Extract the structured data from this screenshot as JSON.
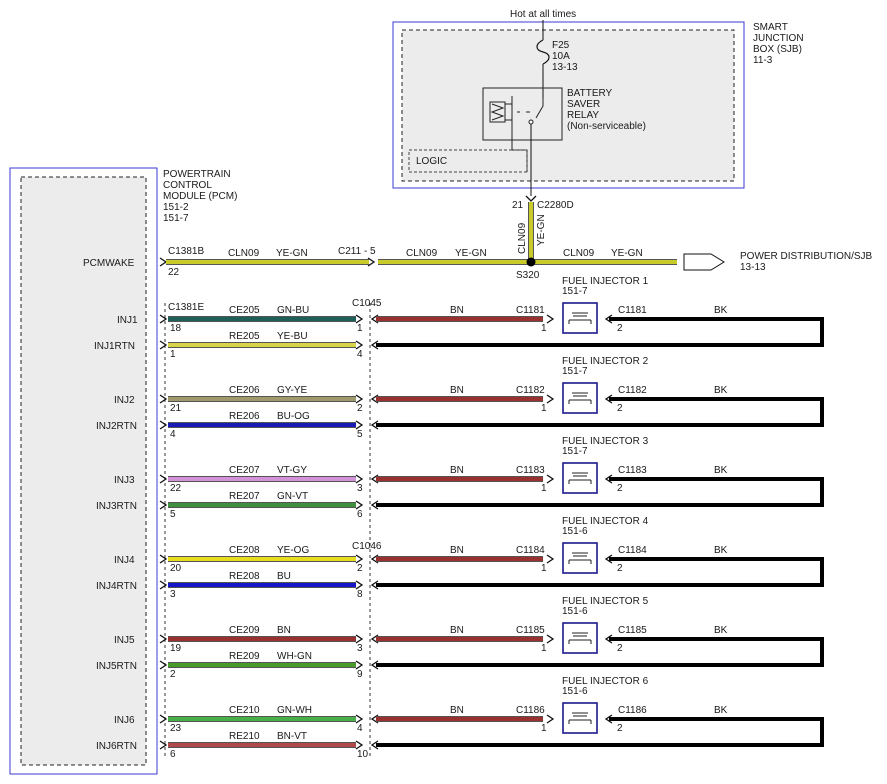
{
  "supply": {
    "hot_label": "Hot at all times",
    "fuse_id": "F25",
    "fuse_rating": "10A",
    "fuse_ref": "13-13",
    "relay_line1": "BATTERY",
    "relay_line2": "SAVER",
    "relay_line3": "RELAY",
    "relay_line4": "(Non-serviceable)",
    "logic_label": "LOGIC"
  },
  "sjb": {
    "line1": "SMART",
    "line2": "JUNCTION",
    "line3": "BOX (SJB)",
    "line4": "11-3"
  },
  "pcm": {
    "line1": "POWERTRAIN",
    "line2": "CONTROL",
    "line3": "MODULE (PCM)",
    "line4": "151-2",
    "line5": "151-7"
  },
  "feed": {
    "pin_21": "21",
    "connector": "C2280D",
    "circuit": "CLN09",
    "color": "YE-GN",
    "splice": "S320"
  },
  "pcmwake": {
    "pin_label": "PCMWAKE",
    "connector": "C1381B",
    "pin": "22",
    "seg1_circuit": "CLN09",
    "seg1_color": "YE-GN",
    "inline_connector": "C211 - 5",
    "seg2_circuit": "CLN09",
    "seg2_color": "YE-GN",
    "seg3_circuit": "CLN09",
    "seg3_color": "YE-GN",
    "dest": "POWER DISTRIBUTION/SJB",
    "dest_ref": "13-13"
  },
  "injector_harness": {
    "connector_pcm": "C1381E",
    "connector_a": "C1045",
    "connector_b": "C1046"
  },
  "colors": {
    "YE-GN": "#c8cc2a",
    "GN-BU": "#1f5f5a",
    "YE-BU": "#d8d44a",
    "GY-YE": "#a09a6a",
    "BU-OG": "#1a1ab4",
    "VT-GY": "#d292d8",
    "GN-VT": "#3f8f3f",
    "YE-OG": "#e8dc1e",
    "BU": "#1616c8",
    "BN": "#9a3030",
    "WH-GN": "#4a9a2a",
    "GN-WH": "#48b048",
    "BN-VT": "#b04a4a",
    "BK": "#000000"
  },
  "injectors": [
    {
      "title": "FUEL INJECTOR 1",
      "ref": "151-7",
      "signal": "INJ1",
      "ret": "INJ1RTN",
      "sig_pcm_pin": "18",
      "ret_pcm_pin": "1",
      "sig_circuit": "CE205",
      "sig_color": "GN-BU",
      "ret_circuit": "RE205",
      "ret_color": "YE-BU",
      "inline_sig_pin": "1",
      "inline_ret_pin": "4",
      "feed_color": "BN",
      "conn": "C1181",
      "pin1": "1",
      "pin2": "2",
      "out_color": "BK"
    },
    {
      "title": "FUEL INJECTOR 2",
      "ref": "151-7",
      "signal": "INJ2",
      "ret": "INJ2RTN",
      "sig_pcm_pin": "21",
      "ret_pcm_pin": "4",
      "sig_circuit": "CE206",
      "sig_color": "GY-YE",
      "ret_circuit": "RE206",
      "ret_color": "BU-OG",
      "inline_sig_pin": "2",
      "inline_ret_pin": "5",
      "feed_color": "BN",
      "conn": "C1182",
      "pin1": "1",
      "pin2": "2",
      "out_color": "BK"
    },
    {
      "title": "FUEL INJECTOR 3",
      "ref": "151-7",
      "signal": "INJ3",
      "ret": "INJ3RTN",
      "sig_pcm_pin": "22",
      "ret_pcm_pin": "5",
      "sig_circuit": "CE207",
      "sig_color": "VT-GY",
      "ret_circuit": "RE207",
      "ret_color": "GN-VT",
      "inline_sig_pin": "3",
      "inline_ret_pin": "6",
      "feed_color": "BN",
      "conn": "C1183",
      "pin1": "1",
      "pin2": "2",
      "out_color": "BK"
    },
    {
      "title": "FUEL INJECTOR 4",
      "ref": "151-6",
      "signal": "INJ4",
      "ret": "INJ4RTN",
      "sig_pcm_pin": "20",
      "ret_pcm_pin": "3",
      "sig_circuit": "CE208",
      "sig_color": "YE-OG",
      "ret_circuit": "RE208",
      "ret_color": "BU",
      "inline_sig_pin": "2",
      "inline_ret_pin": "8",
      "feed_color": "BN",
      "conn": "C1184",
      "pin1": "1",
      "pin2": "2",
      "out_color": "BK"
    },
    {
      "title": "FUEL INJECTOR 5",
      "ref": "151-6",
      "signal": "INJ5",
      "ret": "INJ5RTN",
      "sig_pcm_pin": "19",
      "ret_pcm_pin": "2",
      "sig_circuit": "CE209",
      "sig_color": "BN",
      "ret_circuit": "RE209",
      "ret_color": "WH-GN",
      "inline_sig_pin": "3",
      "inline_ret_pin": "9",
      "feed_color": "BN",
      "conn": "C1185",
      "pin1": "1",
      "pin2": "2",
      "out_color": "BK"
    },
    {
      "title": "FUEL INJECTOR 6",
      "ref": "151-6",
      "signal": "INJ6",
      "ret": "INJ6RTN",
      "sig_pcm_pin": "23",
      "ret_pcm_pin": "6",
      "sig_circuit": "CE210",
      "sig_color": "GN-WH",
      "ret_circuit": "RE210",
      "ret_color": "BN-VT",
      "inline_sig_pin": "4",
      "inline_ret_pin": "10",
      "feed_color": "BN",
      "conn": "C1186",
      "pin1": "1",
      "pin2": "2",
      "out_color": "BK"
    }
  ]
}
